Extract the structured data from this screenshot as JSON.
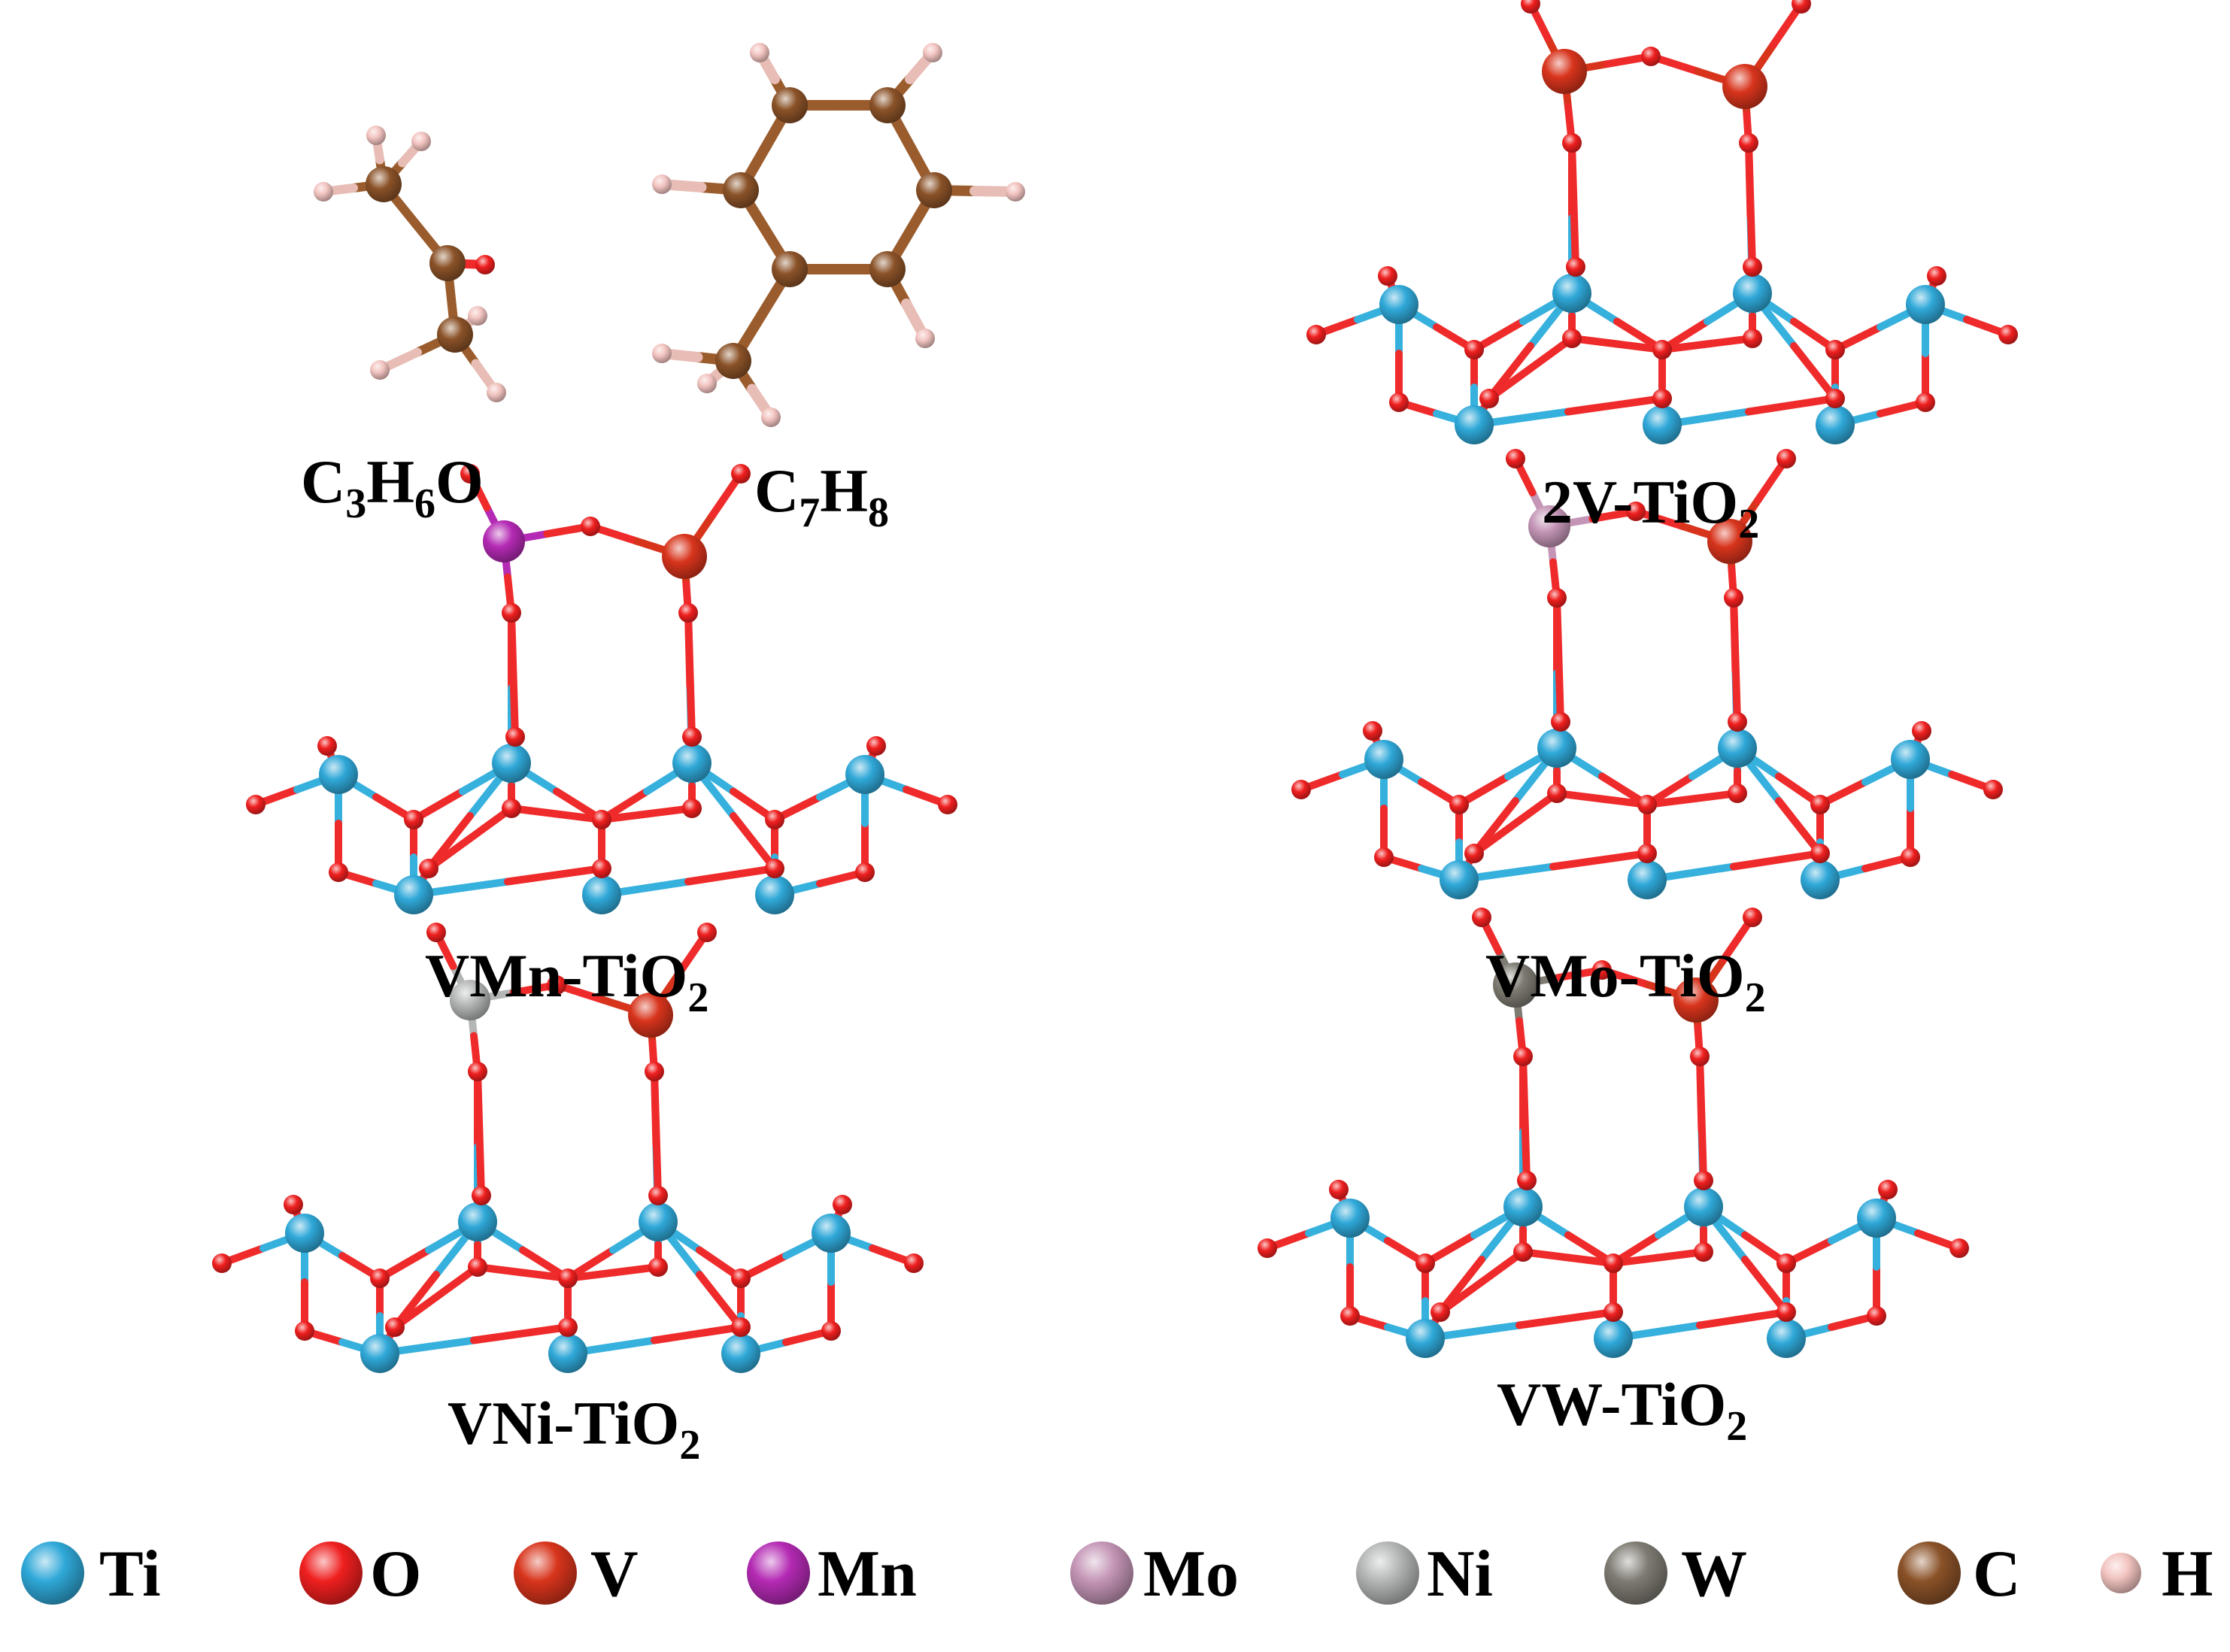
{
  "molecules": {
    "acetone": {
      "base1": "C",
      "sub1": "3",
      "base2": "H",
      "sub2": "6",
      "base3": "O"
    },
    "toluene": {
      "base1": "C",
      "sub1": "7",
      "base2": "H",
      "sub2": "8"
    }
  },
  "panels": {
    "v2": {
      "prefix": "2V-TiO",
      "sub": "2",
      "dopant": "V"
    },
    "vmn": {
      "prefix": "VMn-TiO",
      "sub": "2",
      "dopant": "Mn"
    },
    "vmo": {
      "prefix": "VMo-TiO",
      "sub": "2",
      "dopant": "Mo"
    },
    "vni": {
      "prefix": "VNi-TiO",
      "sub": "2",
      "dopant": "Ni"
    },
    "vw": {
      "prefix": "VW-TiO",
      "sub": "2",
      "dopant": "W"
    }
  },
  "legend": [
    {
      "symbol": "Ti",
      "color": "#2fa8d8"
    },
    {
      "symbol": "O",
      "color": "#ef1f1f"
    },
    {
      "symbol": "V",
      "color": "#d8341c"
    },
    {
      "symbol": "Mn",
      "color": "#b42ab4"
    },
    {
      "symbol": "Mo",
      "color": "#c495b6"
    },
    {
      "symbol": "Ni",
      "color": "#b4b6b6"
    },
    {
      "symbol": "W",
      "color": "#7e7b72"
    },
    {
      "symbol": "C",
      "color": "#8a5228"
    },
    {
      "symbol": "H",
      "color": "#f2c4c0"
    }
  ],
  "colors": {
    "bond_ti": "#36b0dc",
    "bond_o": "#ef2a2a",
    "bond_c": "#9a5c2c"
  }
}
